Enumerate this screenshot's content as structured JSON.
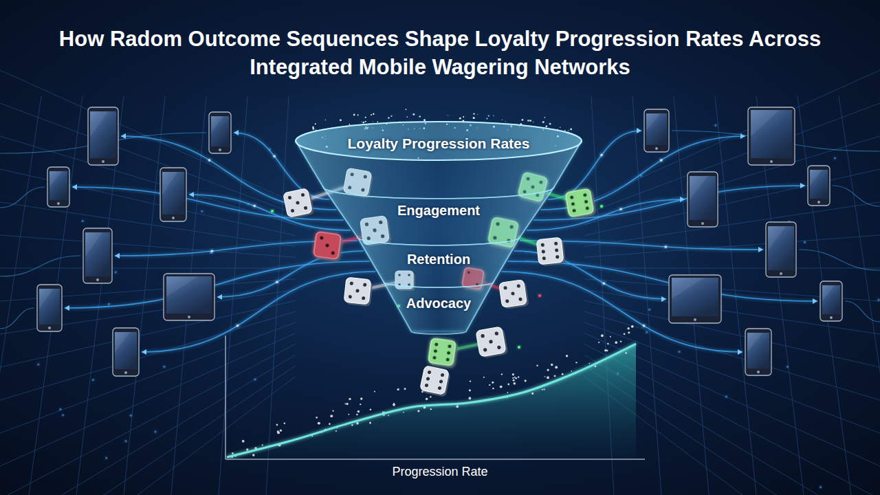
{
  "diagram": {
    "title": "How Radom Outcome Sequences Shape Loyalty Progression Rates Across Integrated Mobile Wagering Networks",
    "nodes": [
      {
        "text": [
          "Loyalty Progression Rates"
        ]
      },
      {
        "text": [
          "Engagement"
        ]
      },
      {
        "text": [
          "Retention"
        ]
      },
      {
        "text": [
          "Advocacy"
        ]
      }
    ],
    "labels": [
      "Progression Rate"
    ]
  }
}
